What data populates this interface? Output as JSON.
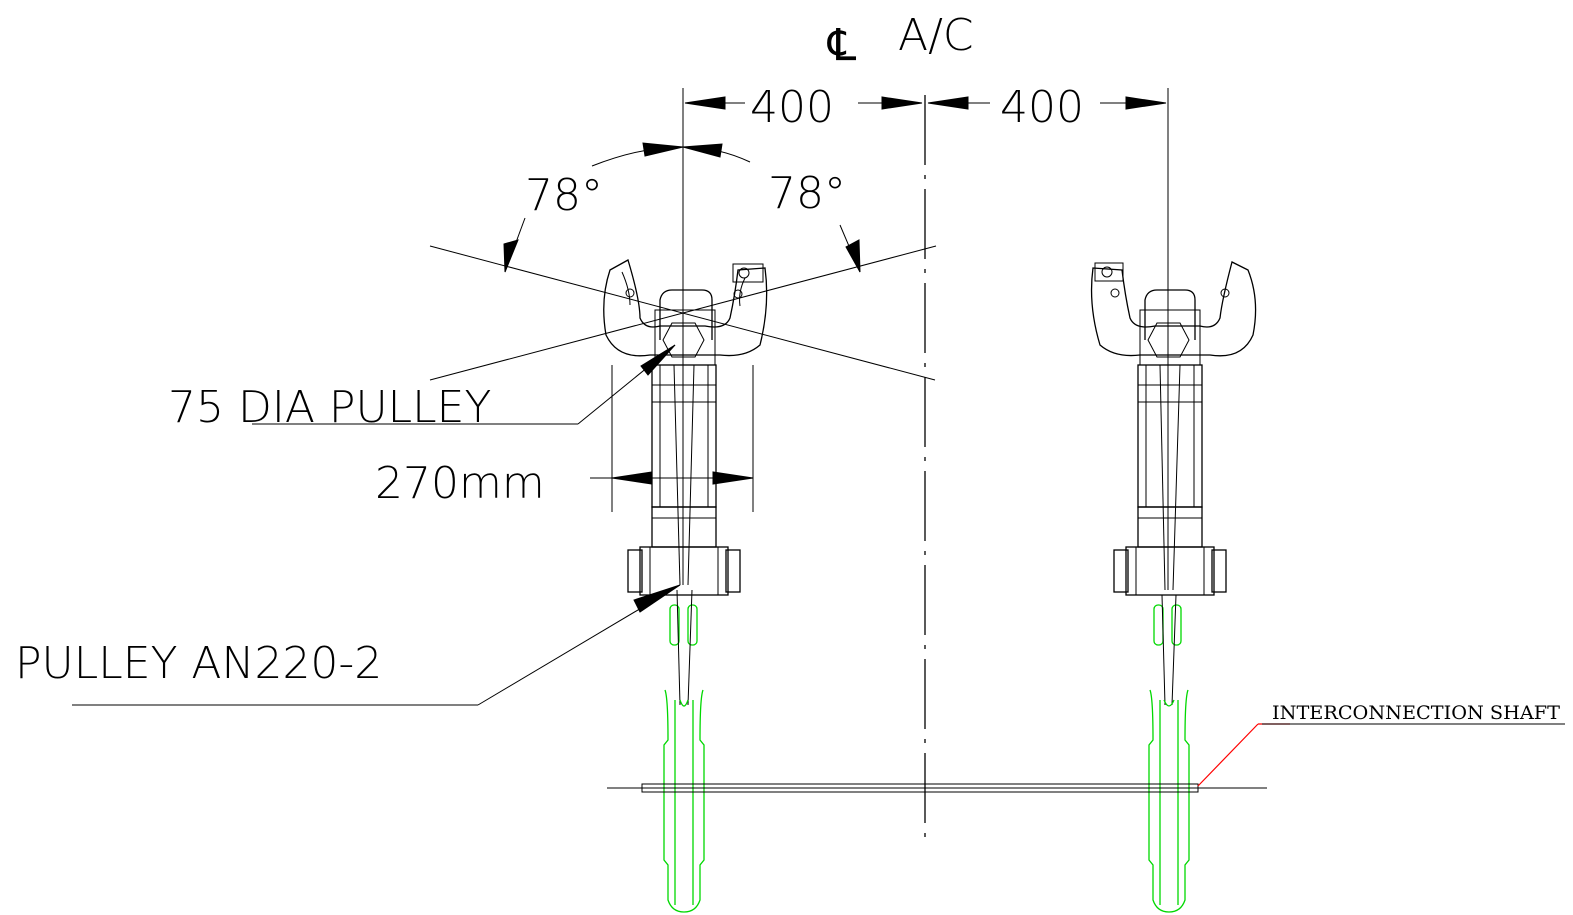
{
  "centerline": {
    "symbol": "℄",
    "label": "A/C"
  },
  "dimensions": {
    "left_offset": "400",
    "right_offset": "400",
    "angle_left": "78°",
    "angle_right": "78°",
    "width": "270mm"
  },
  "callouts": {
    "pulley_dia": "75 DIA PULLEY",
    "pulley_part": "PULLEY AN220-2",
    "shaft": "INTERCONNECTION SHAFT"
  },
  "colors": {
    "line": "#000000",
    "pulley": "#00d800",
    "leader_red": "#ff0000"
  }
}
